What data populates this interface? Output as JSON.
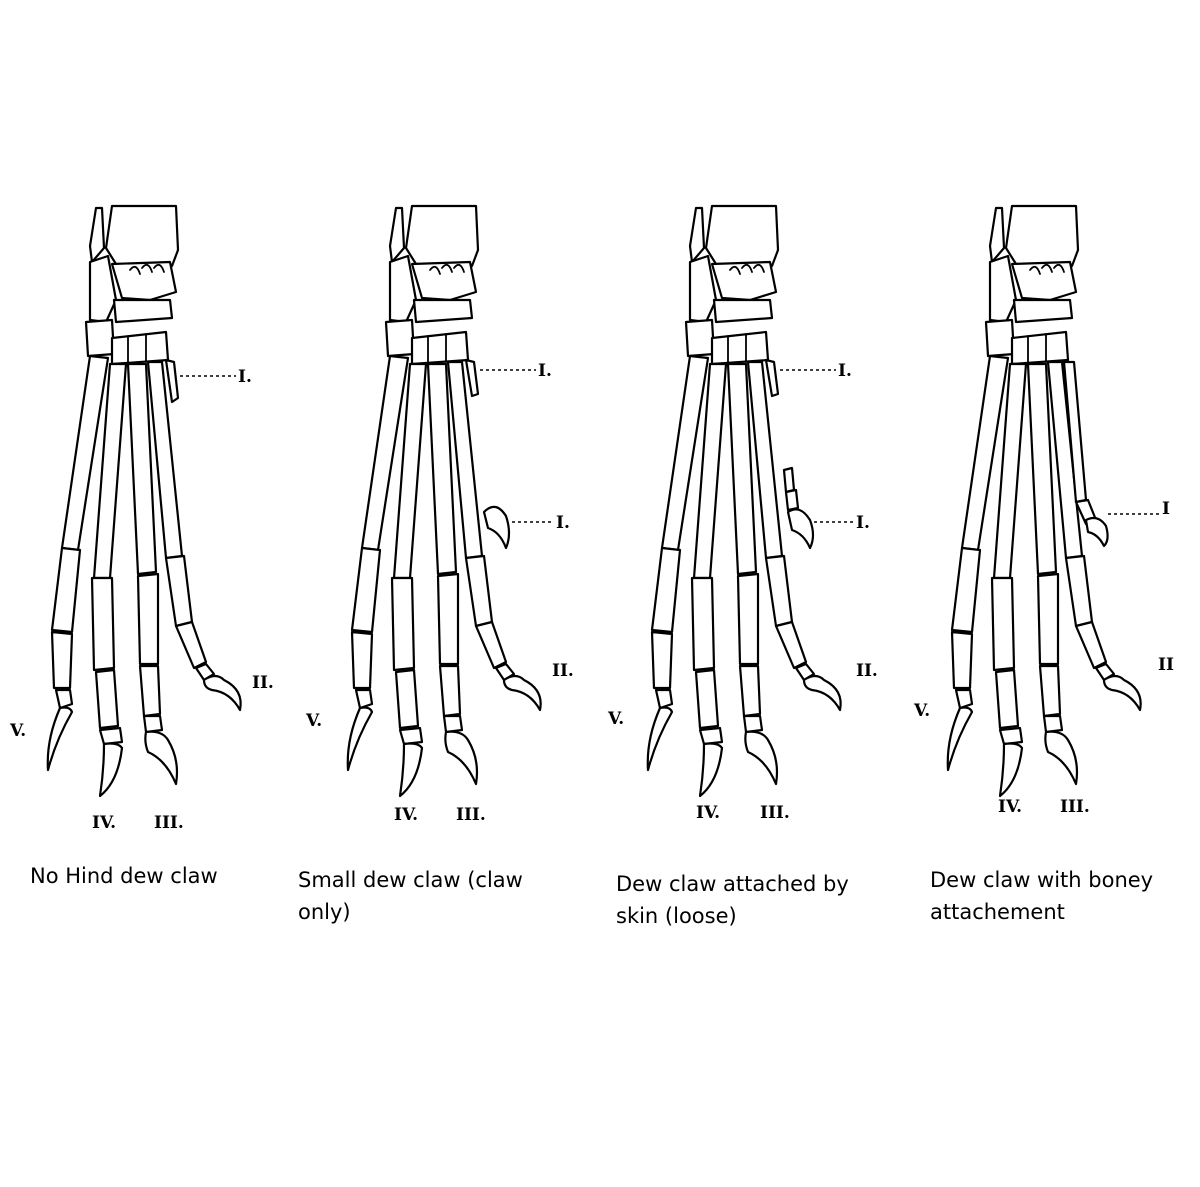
{
  "panels": [
    {
      "caption": "No Hind dew claw",
      "labels": {
        "v": "V.",
        "iv": "IV.",
        "iii": "III.",
        "ii": "II.",
        "i_top": "I."
      }
    },
    {
      "caption": "Small dew claw (claw only)",
      "labels": {
        "v": "V.",
        "iv": "IV.",
        "iii": "III.",
        "ii": "II.",
        "i_top": "I.",
        "i_dew": "I."
      }
    },
    {
      "caption": "Dew claw attached by skin (loose)",
      "labels": {
        "v": "V.",
        "iv": "IV.",
        "iii": "III.",
        "ii": "II.",
        "i_top": "I.",
        "i_dew": "I."
      }
    },
    {
      "caption": "Dew claw with boney attachement",
      "labels": {
        "v": "V.",
        "iv": "IV.",
        "iii": "III.",
        "ii": "II",
        "i_dew": "I"
      }
    }
  ]
}
